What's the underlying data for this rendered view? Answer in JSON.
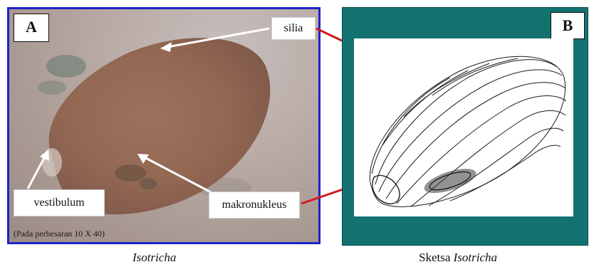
{
  "panel_a": {
    "tag": "A",
    "labels": {
      "silia": "silia",
      "vestibulum": "vestibulum",
      "makronukleus": "makronukleus"
    },
    "magnification_note": "(Pada perbesaran 10 X 40)",
    "border_color": "#1f23c8"
  },
  "panel_b": {
    "tag": "B",
    "background_color": "#137270"
  },
  "captions": {
    "left": "Isotricha",
    "right_prefix": "Sketsa",
    "right_species": "Isotricha"
  },
  "connector_color": "#d11a1a"
}
